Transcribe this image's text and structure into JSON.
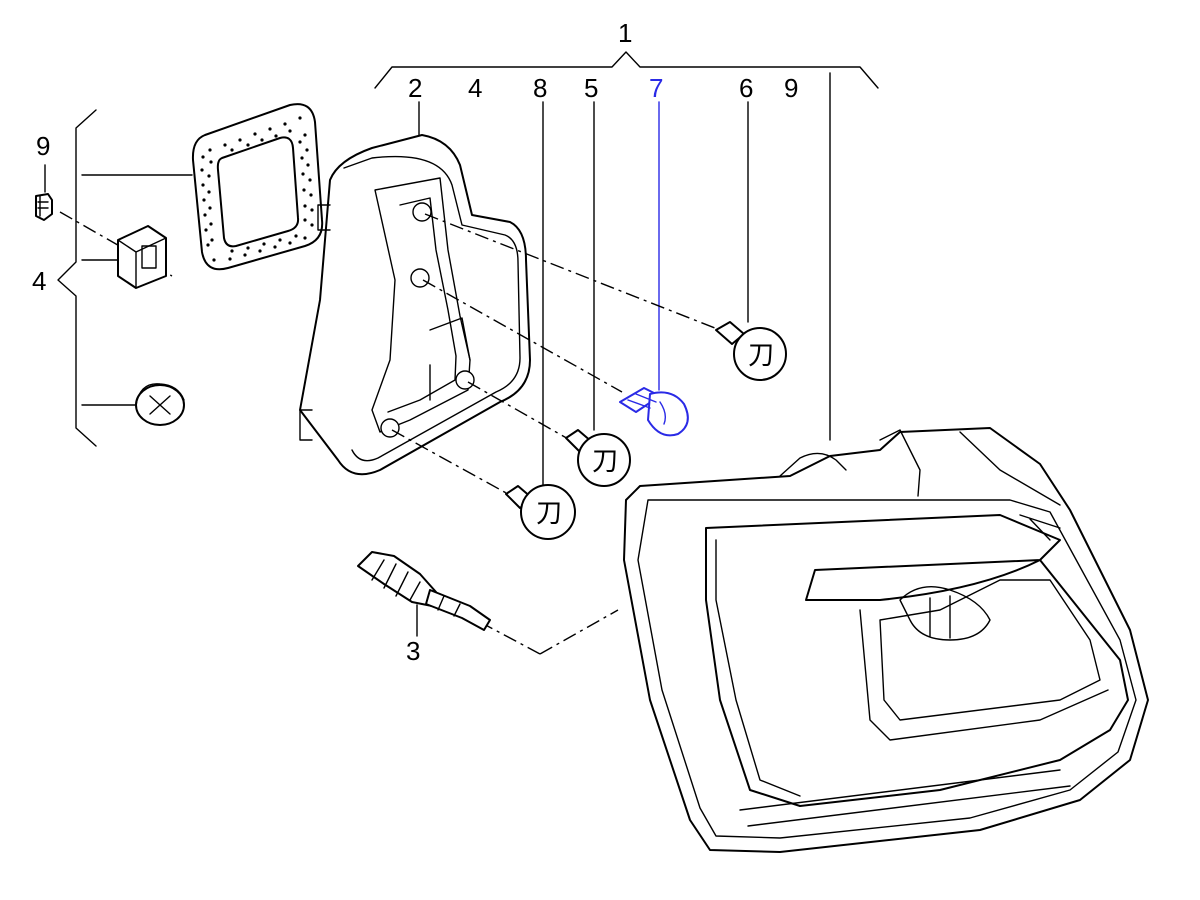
{
  "diagram": {
    "highlight_color": "#2a2ae6",
    "line_color": "#000000",
    "labels": {
      "l1": "1",
      "l2": "2",
      "l4_top": "4",
      "l8": "8",
      "l5": "5",
      "l7": "7",
      "l6": "6",
      "l9_top": "9",
      "l9_left": "9",
      "l4_left": "4",
      "l3": "3"
    },
    "bulb_mark": "刀"
  }
}
